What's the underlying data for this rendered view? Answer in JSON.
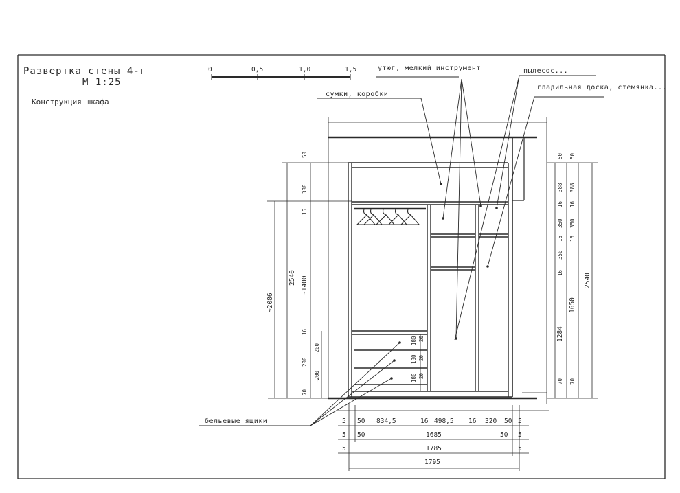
{
  "title": "Развертка стены 4-г",
  "scale": "М 1:25",
  "subtitle": "Конструкция шкафа",
  "scale_bar": {
    "ticks": [
      "0",
      "0,5",
      "1,0",
      "1,5"
    ]
  },
  "callouts": {
    "iron": "утюг, мелкий инструмент",
    "bags": "сумки, коробки",
    "vacuum": "пылесос...",
    "board": "гладильная доска, стемянка...",
    "linen": "бельевые ящики"
  },
  "dims": {
    "left_outer": [
      "~2086"
    ],
    "left_total": "2540",
    "left_mid": [
      "50",
      "388",
      "16",
      "~1400",
      "16",
      "~200",
      "200",
      "~200",
      "70"
    ],
    "drawer_small": [
      "20",
      "180",
      "20",
      "180",
      "20",
      "180"
    ],
    "right_inner": [
      "50",
      "388",
      "16",
      "350",
      "16",
      "350",
      "16",
      "1284",
      "70"
    ],
    "right_outer": [
      "50",
      "388",
      "16",
      "350",
      "16",
      "1650",
      "70"
    ],
    "right_total": "2540",
    "bottom_row1": [
      "5",
      "50",
      "834,5",
      "16",
      "498,5",
      "16",
      "320",
      "50",
      "5"
    ],
    "bottom_row2": [
      "5",
      "50",
      "1685",
      "50",
      "5"
    ],
    "bottom_row3": [
      "5",
      "1785",
      "5"
    ],
    "bottom_row4": [
      "1795"
    ]
  }
}
